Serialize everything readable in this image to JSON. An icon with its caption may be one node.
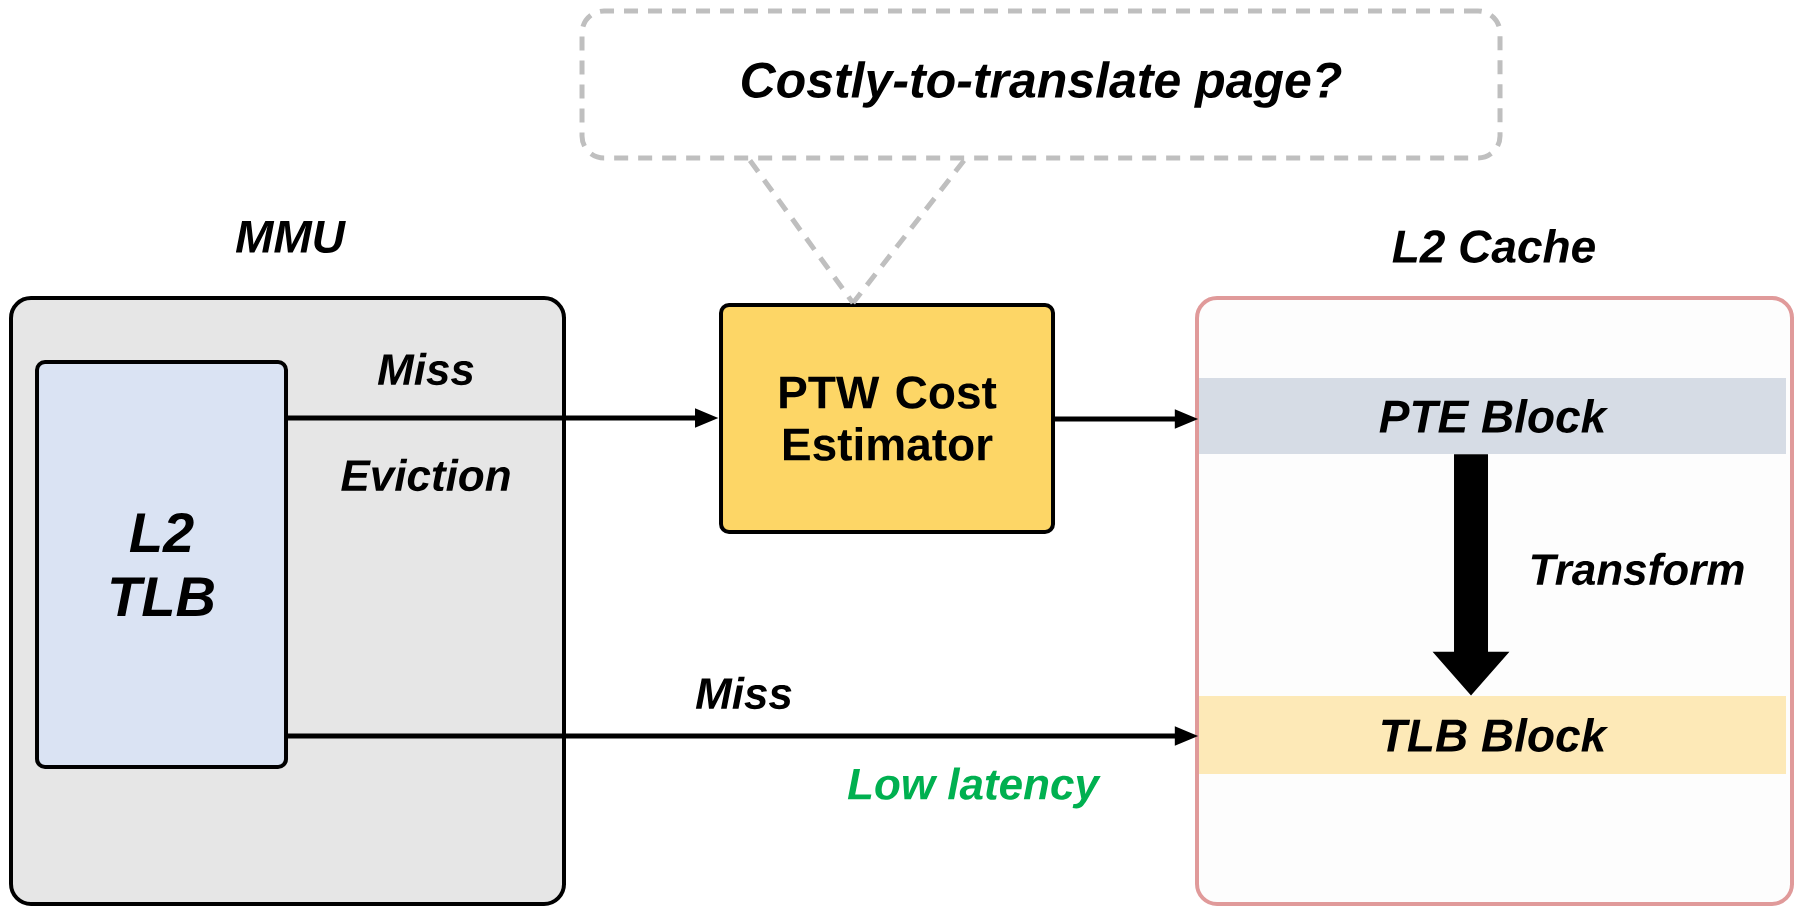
{
  "diagram": {
    "nodes": [
      {
        "text": [
          "Costly-to-translate page?"
        ]
      },
      {
        "text": [
          "MMU"
        ]
      },
      {
        "text": [
          "L2 TLB"
        ],
        "in": 1
      },
      {
        "text": [
          "PTW Cost Estimator"
        ]
      },
      {
        "text": [
          "L2 Cache"
        ]
      },
      {
        "text": [
          "PTE Block"
        ],
        "in": 4
      },
      {
        "text": [
          "TLB Block"
        ],
        "in": 4
      }
    ],
    "edges": [
      {
        "from": 0,
        "to": 3,
        "arrow": "none",
        "style": "dashed",
        "color": "#bfbfbf"
      },
      {
        "from": 2,
        "to": 3,
        "arrow": "to",
        "label": "Miss"
      },
      {
        "from": 3,
        "to": 5,
        "arrow": "to"
      },
      {
        "from": 5,
        "to": 6,
        "arrow": "to",
        "label": "Transform",
        "style": "thick"
      },
      {
        "from": 2,
        "to": 6,
        "arrow": "to",
        "label": "Miss"
      }
    ],
    "labels": [
      "Eviction",
      "Low latency"
    ]
  }
}
